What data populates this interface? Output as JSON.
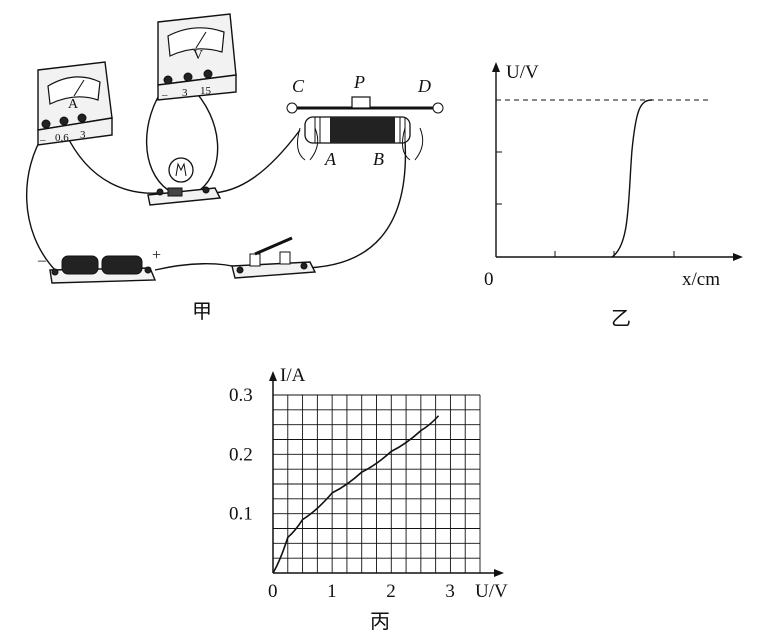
{
  "circuit": {
    "caption": "甲",
    "ammeter": {
      "symbol": "A",
      "terminals": [
        "–",
        "0.6",
        "3"
      ]
    },
    "voltmeter": {
      "symbol": "V",
      "terminals": [
        "–",
        "3",
        "15"
      ]
    },
    "rheostat": {
      "labels": {
        "c": "C",
        "p": "P",
        "d": "D",
        "a": "A",
        "b": "B"
      }
    },
    "battery": {
      "minus": "–",
      "plus": "+"
    }
  },
  "graph_u_x": {
    "caption": "乙",
    "y_label": "U/V",
    "x_label": "x/cm",
    "origin": "0"
  },
  "chart_data": {
    "type": "line",
    "caption": "丙",
    "xlabel": "U/V",
    "ylabel": "I/A",
    "xlim": [
      0,
      3.5
    ],
    "ylim": [
      0,
      0.3
    ],
    "xticks": [
      "0",
      "1",
      "2",
      "3"
    ],
    "yticks": [
      "0.1",
      "0.2",
      "0.3"
    ],
    "grid": true,
    "series": [
      {
        "x": [
          0,
          0.25,
          0.5,
          1.0,
          1.5,
          2.0,
          2.5,
          2.8
        ],
        "y": [
          0,
          0.06,
          0.09,
          0.135,
          0.17,
          0.205,
          0.24,
          0.265
        ]
      }
    ]
  }
}
